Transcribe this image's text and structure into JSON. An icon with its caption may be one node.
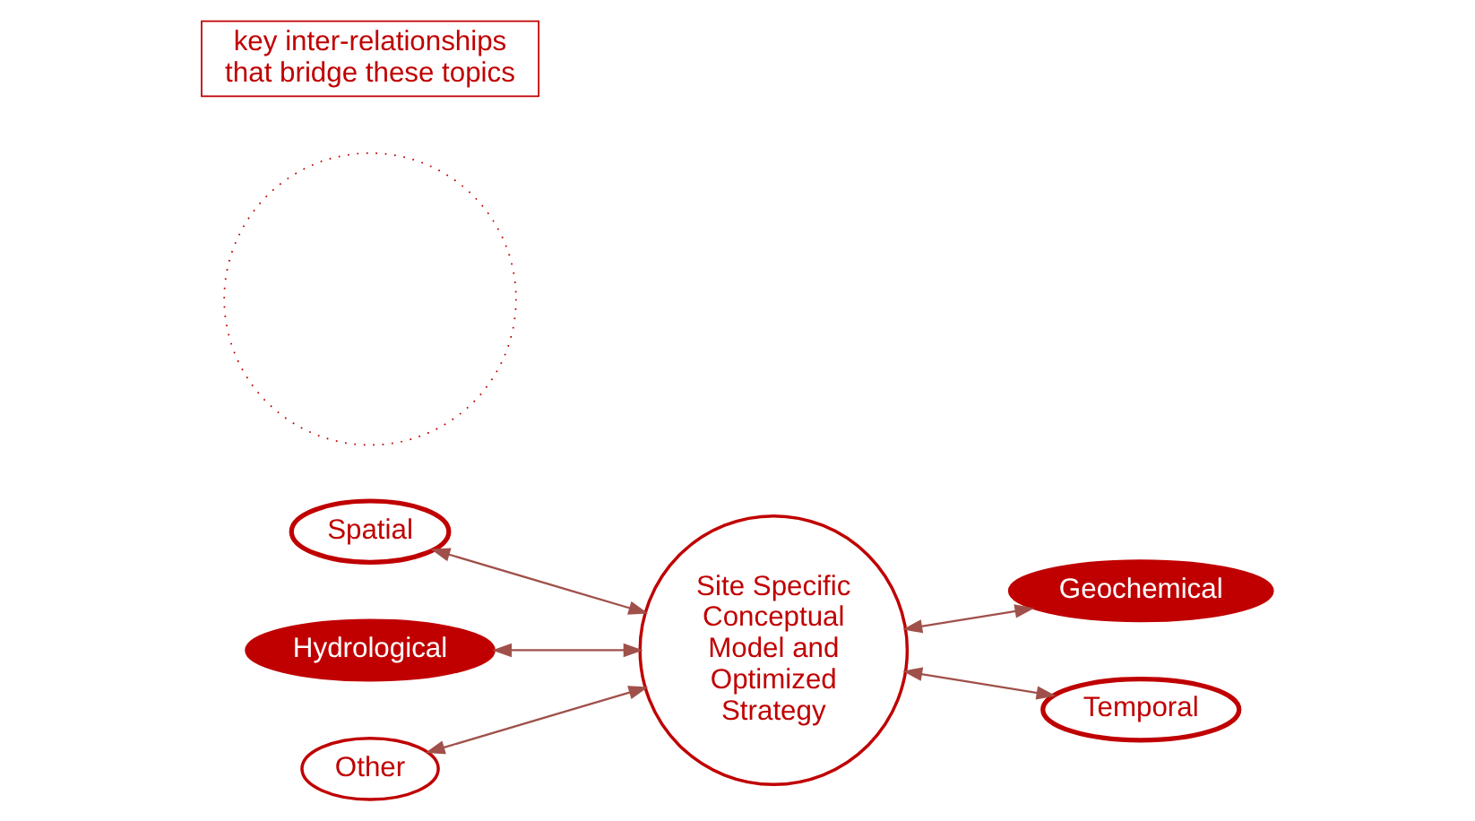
{
  "diagram": {
    "nodes": [
      {
        "text": [
          "Spatial"
        ]
      },
      {
        "text": [
          "Geochemical"
        ]
      },
      {
        "text": [
          "Hydrological"
        ]
      },
      {
        "text": [
          "Site Specific Conceptual Model and Optimized Strategy"
        ]
      },
      {
        "text": [
          "Temporal"
        ]
      },
      {
        "text": [
          "Other"
        ]
      },
      {
        "text": [],
        "shape": "circle"
      },
      {
        "text": [
          "key inter-relationships that bridge these topics"
        ]
      }
    ],
    "edges": [
      {
        "from": 0,
        "to": 3,
        "arrow": "both"
      },
      {
        "from": 3,
        "to": 1,
        "arrow": "both"
      },
      {
        "from": 2,
        "to": 3,
        "arrow": "both"
      },
      {
        "from": 3,
        "to": 4,
        "arrow": "both"
      },
      {
        "from": 5,
        "to": 3,
        "arrow": "both"
      }
    ]
  }
}
